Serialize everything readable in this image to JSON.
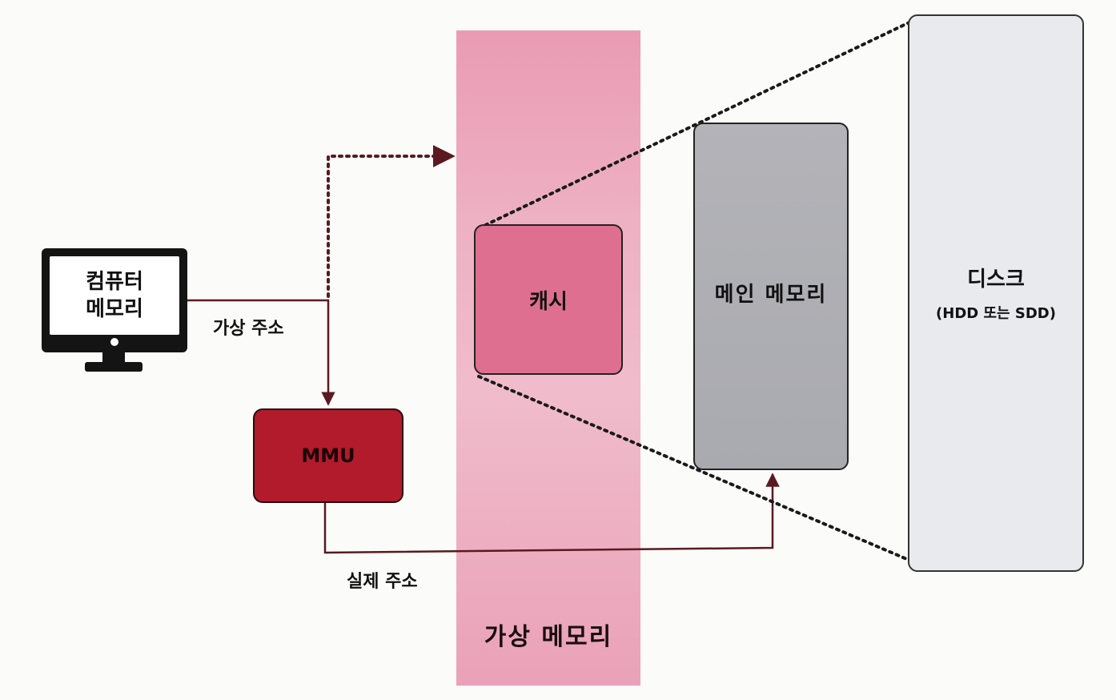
{
  "nodes": {
    "computer_line1": "컴퓨터",
    "computer_line2": "메모리",
    "mmu": "MMU",
    "cache": "캐시",
    "main_memory": "메인 메모리",
    "disk_title": "디스크",
    "disk_subtitle": "(HDD 또는 SDD)",
    "virtual_memory": "가상 메모리"
  },
  "edges": [
    {
      "from": "computer",
      "to": "mmu",
      "label": "가상 주소",
      "style": "solid"
    },
    {
      "from": "mmu",
      "to": "main_memory",
      "label": "실제 주소",
      "style": "solid"
    },
    {
      "from": "mmu-line",
      "to": "virtual_memory",
      "label": "",
      "style": "dotted"
    },
    {
      "from": "cache",
      "to": "disk",
      "label": "",
      "style": "dotted"
    }
  ],
  "colors": {
    "virtual_memory": "#eeb1c4",
    "cache": "#df6f90",
    "main_memory": "#adaeb3",
    "disk": "#e9eaee",
    "mmu": "#b11b2b",
    "arrow": "#5a1a1f"
  },
  "icons": {
    "computer": "monitor-icon"
  }
}
